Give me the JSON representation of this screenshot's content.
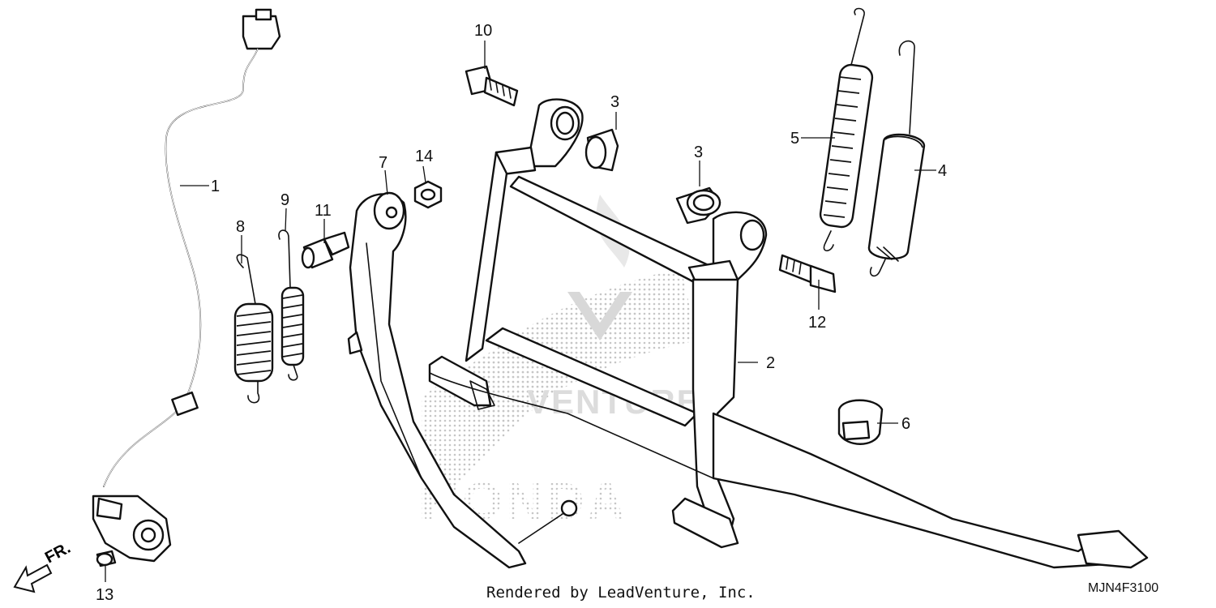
{
  "diagram": {
    "callouts": [
      {
        "id": "1",
        "label": "1"
      },
      {
        "id": "2",
        "label": "2"
      },
      {
        "id": "3a",
        "label": "3"
      },
      {
        "id": "3b",
        "label": "3"
      },
      {
        "id": "4",
        "label": "4"
      },
      {
        "id": "5",
        "label": "5"
      },
      {
        "id": "6",
        "label": "6"
      },
      {
        "id": "7",
        "label": "7"
      },
      {
        "id": "8",
        "label": "8"
      },
      {
        "id": "9",
        "label": "9"
      },
      {
        "id": "10",
        "label": "10"
      },
      {
        "id": "11",
        "label": "11"
      },
      {
        "id": "12",
        "label": "12"
      },
      {
        "id": "13",
        "label": "13"
      },
      {
        "id": "14",
        "label": "14"
      }
    ],
    "front_indicator": "FR.",
    "footer_credit": "Rendered by LeadVenture, Inc.",
    "diagram_code": "MJN4F3100",
    "watermark": {
      "brand_text": "HONDA",
      "dealer_text": "VENTURE",
      "color": "#d2d2d2"
    }
  }
}
